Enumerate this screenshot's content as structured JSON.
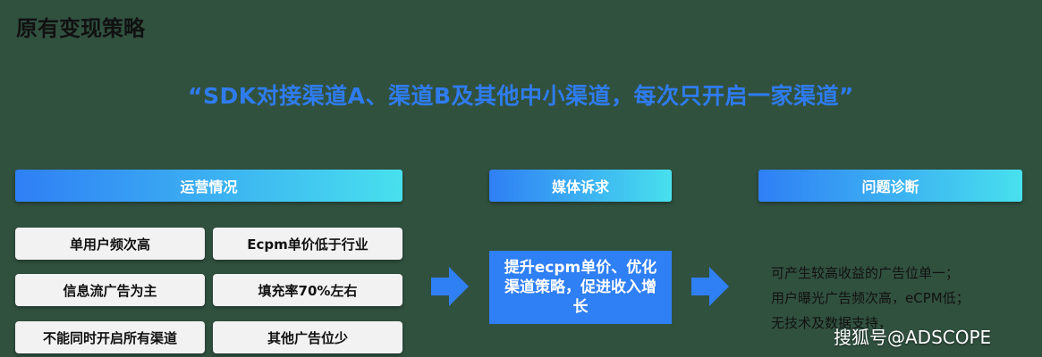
{
  "title": "原有变现策略",
  "quote": "“SDK对接渠道A、渠道B及其他中小渠道，每次只开启一家渠道”",
  "columns": {
    "operations": {
      "header": "运营情况",
      "items": [
        "单用户频次高",
        "Ecpm单价低于行业",
        "信息流广告为主",
        "填充率70%左右",
        "不能同时开启所有渠道",
        "其他广告位少"
      ]
    },
    "media_demand": {
      "header": "媒体诉求",
      "text": "提升ecpm单价、优化渠道策略，促进收入增长"
    },
    "diagnosis": {
      "header": "问题诊断",
      "lines": [
        "可产生较高收益的广告位单一；",
        "用户曝光广告频次高，eCPM低；",
        "无技术及数据支持，"
      ]
    }
  },
  "watermark": "搜狐号@ADSCOPE",
  "colors": {
    "accent_blue": "#2f7ff5",
    "gradient_end": "#48e0ee",
    "background": "#31513f"
  },
  "icons": [
    "arrow-right-icon",
    "arrow-right-icon"
  ]
}
